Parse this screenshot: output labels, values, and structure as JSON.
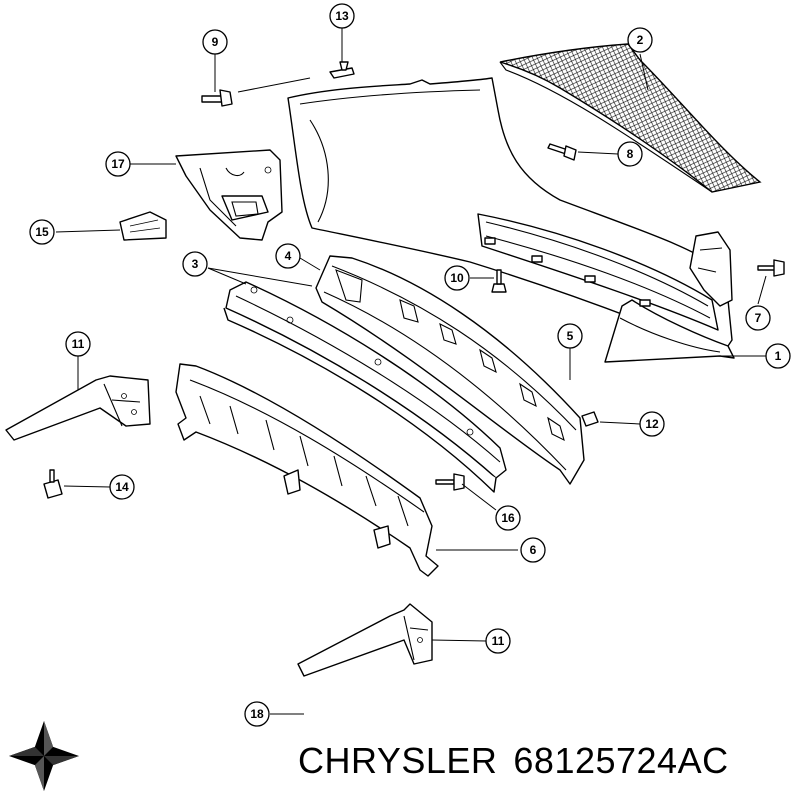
{
  "brand": "CHRYSLER",
  "part_number": "68125724AC",
  "logo": {
    "icon": "chrysler-pentastar-icon",
    "color": "#000000"
  },
  "callouts": [
    {
      "id": "callout-1",
      "label": "1"
    },
    {
      "id": "callout-2",
      "label": "2"
    },
    {
      "id": "callout-3",
      "label": "3"
    },
    {
      "id": "callout-4",
      "label": "4"
    },
    {
      "id": "callout-5",
      "label": "5"
    },
    {
      "id": "callout-6",
      "label": "6"
    },
    {
      "id": "callout-7",
      "label": "7"
    },
    {
      "id": "callout-8",
      "label": "8"
    },
    {
      "id": "callout-9",
      "label": "9"
    },
    {
      "id": "callout-10",
      "label": "10"
    },
    {
      "id": "callout-11a",
      "label": "11"
    },
    {
      "id": "callout-11b",
      "label": "11"
    },
    {
      "id": "callout-12",
      "label": "12"
    },
    {
      "id": "callout-13",
      "label": "13"
    },
    {
      "id": "callout-14",
      "label": "14"
    },
    {
      "id": "callout-15",
      "label": "15"
    },
    {
      "id": "callout-16",
      "label": "16"
    },
    {
      "id": "callout-17",
      "label": "17"
    },
    {
      "id": "callout-18",
      "label": "18"
    }
  ]
}
